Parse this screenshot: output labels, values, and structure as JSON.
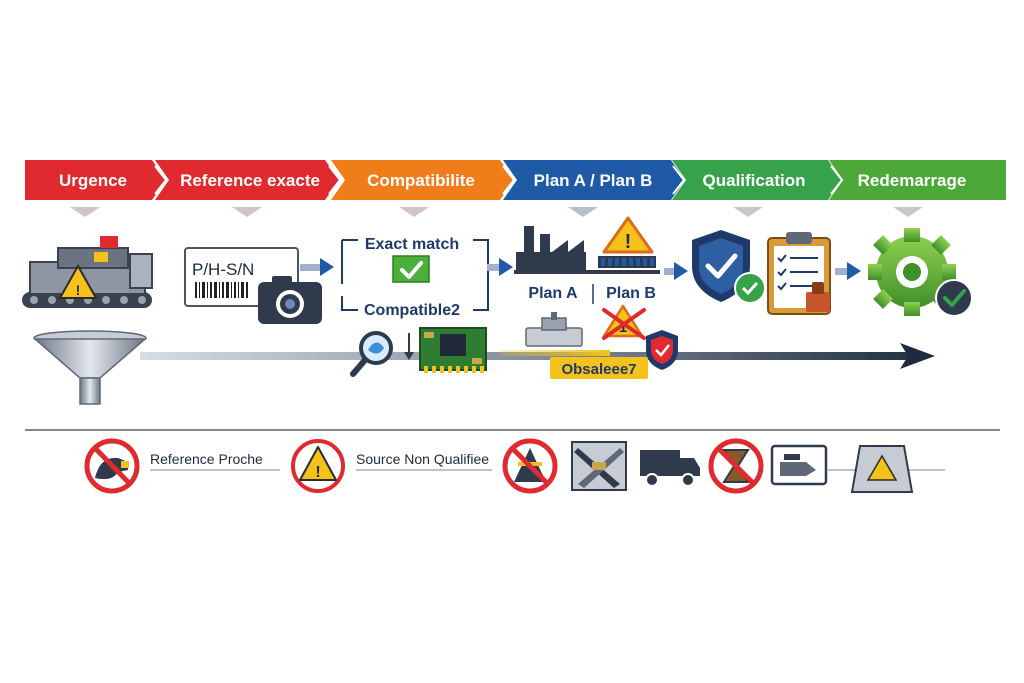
{
  "banner": {
    "steps": [
      {
        "label": "Urgence",
        "color": "#e02a2f"
      },
      {
        "label": "Reference exacte",
        "color": "#e02a2f"
      },
      {
        "label": "Compatibilite",
        "color": "#f07d1a"
      },
      {
        "label": "Plan A / Plan B",
        "color": "#1f5aa6"
      },
      {
        "label": "Qualification",
        "color": "#36a34a"
      },
      {
        "label": "Redemarrage",
        "color": "#4da83a"
      }
    ]
  },
  "scan": {
    "part_label": "P/H-S/N"
  },
  "match": {
    "exact_label": "Exact match",
    "compatible_label": "Compatible2"
  },
  "plan": {
    "plan_a": "Plan A",
    "plan_b": "Plan B",
    "obsolete_tag": "Obsaleee7"
  },
  "warnings": {
    "reference_proche": "Reference Proche",
    "source_non_qualifiee": "Source Non Qualifiee"
  },
  "colors": {
    "red": "#e02a2f",
    "orange": "#f07d1a",
    "blue": "#1f5aa6",
    "green": "#36a34a",
    "navy": "#1e3a6b",
    "warning_yellow": "#f5c21b"
  }
}
